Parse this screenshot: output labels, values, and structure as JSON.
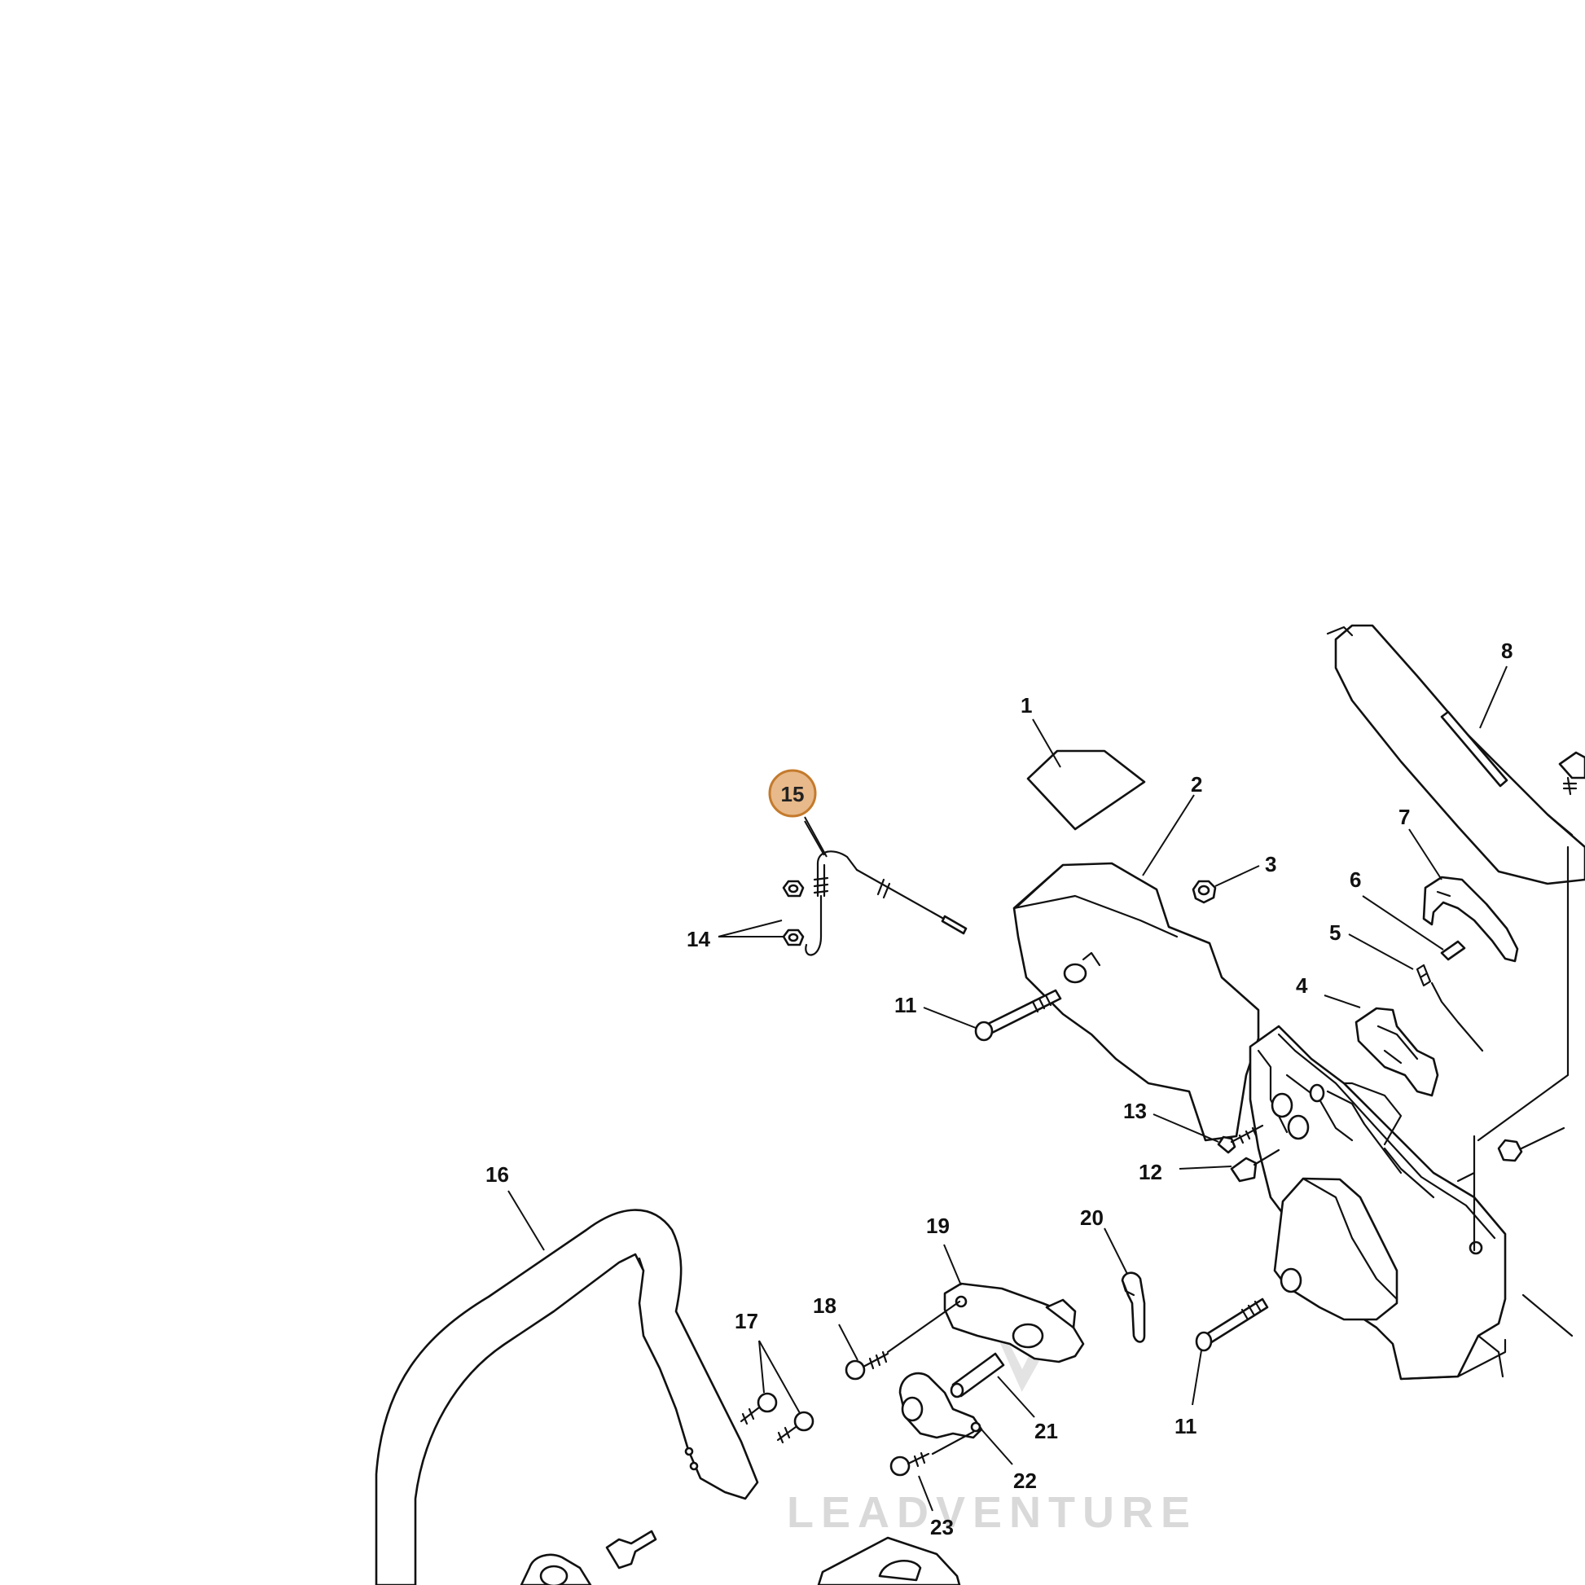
{
  "diagram": {
    "highlighted_part": "15",
    "callouts": {
      "c1": "1",
      "c2": "2",
      "c3": "3",
      "c4": "4",
      "c5": "5",
      "c6": "6",
      "c7": "7",
      "c8": "8",
      "c11a": "11",
      "c11b": "11",
      "c12": "12",
      "c13": "13",
      "c14": "14",
      "c15": "15",
      "c16": "16",
      "c17": "17",
      "c18": "18",
      "c19": "19",
      "c20": "20",
      "c21": "21",
      "c22": "22",
      "c23": "23"
    },
    "colors": {
      "highlight_fill": "#e8b98a",
      "highlight_stroke": "#c47a2c",
      "line": "#111111",
      "watermark": "#d9d9d9"
    }
  },
  "watermark": {
    "text": "LEADVENTURE"
  }
}
